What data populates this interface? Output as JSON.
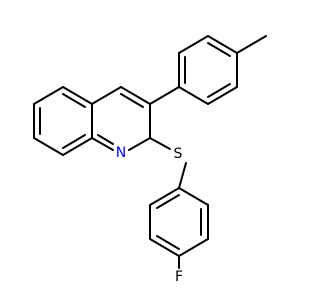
{
  "molecule": {
    "atoms": [
      {
        "id": "N1",
        "symbol": "N",
        "color": "#0000ff"
      },
      {
        "id": "S1",
        "symbol": "S",
        "color": "#000000"
      },
      {
        "id": "F1",
        "symbol": "F",
        "color": "#000000"
      }
    ]
  }
}
